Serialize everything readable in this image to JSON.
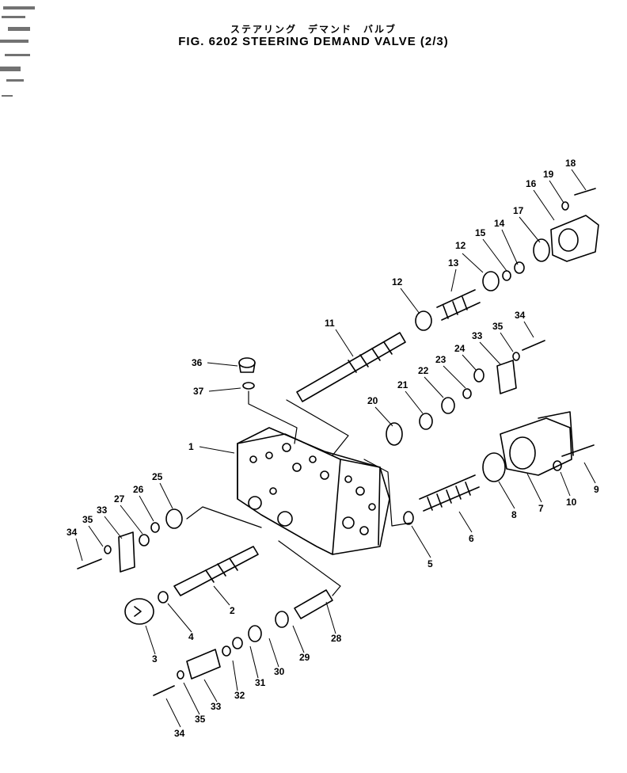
{
  "title_jp": "ステアリング　デマンド　バルブ",
  "title_en": "FIG. 6202  STEERING DEMAND VALVE (2/3)",
  "callouts": [
    "1",
    "2",
    "3",
    "4",
    "5",
    "6",
    "7",
    "8",
    "9",
    "10",
    "11",
    "12",
    "12",
    "13",
    "14",
    "15",
    "16",
    "17",
    "18",
    "19",
    "20",
    "21",
    "22",
    "23",
    "24",
    "25",
    "26",
    "27",
    "28",
    "29",
    "30",
    "31",
    "32",
    "33",
    "33",
    "33",
    "34",
    "34",
    "34",
    "35",
    "35",
    "35",
    "36",
    "37"
  ],
  "colors": {
    "ink": "#000000",
    "paper": "#ffffff"
  }
}
